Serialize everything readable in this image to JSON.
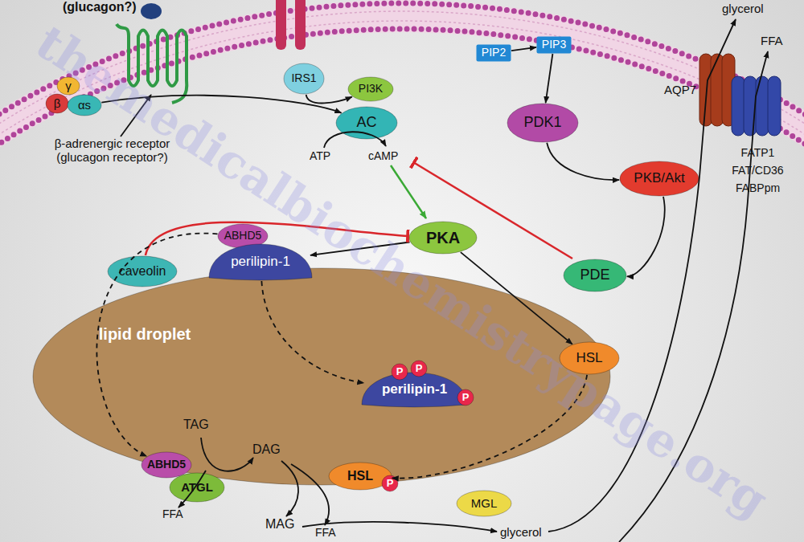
{
  "diagram": {
    "nodes": [
      {
        "text": [
          "γ"
        ]
      },
      {
        "text": [
          "β"
        ]
      },
      {
        "text": [
          "αs"
        ]
      },
      {
        "text": [
          "IRS1"
        ]
      },
      {
        "text": [
          "PI3K"
        ]
      },
      {
        "text": [
          "PIP2"
        ]
      },
      {
        "text": [
          "PIP3"
        ]
      },
      {
        "text": [
          "AC"
        ]
      },
      {
        "text": [
          "PDK1"
        ]
      },
      {
        "text": [
          "AQP7"
        ]
      },
      {
        "text": [
          "FATP1",
          "FAT/CD36",
          "FABPpm"
        ]
      },
      {
        "text": [
          "PKB/Akt"
        ]
      },
      {
        "text": [
          "PKA"
        ]
      },
      {
        "text": [
          "ABHD5"
        ]
      },
      {
        "text": [
          "perilipin-1"
        ]
      },
      {
        "text": [
          "caveolin"
        ]
      },
      {
        "text": [
          "PDE"
        ]
      },
      {
        "text": [
          "lipid droplet"
        ]
      },
      {
        "text": [
          "perilipin-1"
        ],
        "in": 17
      },
      {
        "text": [
          "P"
        ],
        "in": 18
      },
      {
        "text": [
          "P"
        ],
        "in": 18
      },
      {
        "text": [
          "P"
        ],
        "in": 18
      },
      {
        "text": [
          "HSL"
        ],
        "in": 17
      },
      {
        "text": [
          "P"
        ],
        "in": 22
      },
      {
        "text": [
          "ABHD5"
        ],
        "in": 17
      },
      {
        "text": [
          "ATGL"
        ],
        "in": 17
      },
      {
        "text": [
          "HSL"
        ]
      },
      {
        "text": [
          "MGL"
        ]
      }
    ],
    "edges": [
      {
        "from": 2,
        "to": 7,
        "arrow": "to"
      },
      {
        "from": 3,
        "to": 4,
        "arrow": "to"
      },
      {
        "from": 5,
        "to": 6,
        "arrow": "to"
      },
      {
        "from": 6,
        "to": 8,
        "arrow": "to"
      },
      {
        "from": 8,
        "to": 11,
        "arrow": "to"
      },
      {
        "from": 11,
        "to": 16,
        "arrow": "to"
      },
      {
        "from": 12,
        "to": 14,
        "arrow": "to"
      },
      {
        "from": 12,
        "to": 26,
        "arrow": "to"
      },
      {
        "from": 15,
        "to": 12,
        "arrow": "to"
      },
      {
        "from": 14,
        "to": 18,
        "arrow": "to"
      },
      {
        "from": 13,
        "to": 24,
        "arrow": "to"
      },
      {
        "from": 26,
        "to": 22,
        "arrow": "to"
      }
    ],
    "labels": [
      "(glucagon?)",
      "β-adrenergic receptor (glucagon receptor?)",
      "ATP",
      "cAMP",
      "glycerol",
      "FFA",
      "TAG",
      "DAG",
      "FFA",
      "MAG",
      "FFA",
      "glycerol",
      "themedicalbiochemistrypage.org"
    ]
  }
}
